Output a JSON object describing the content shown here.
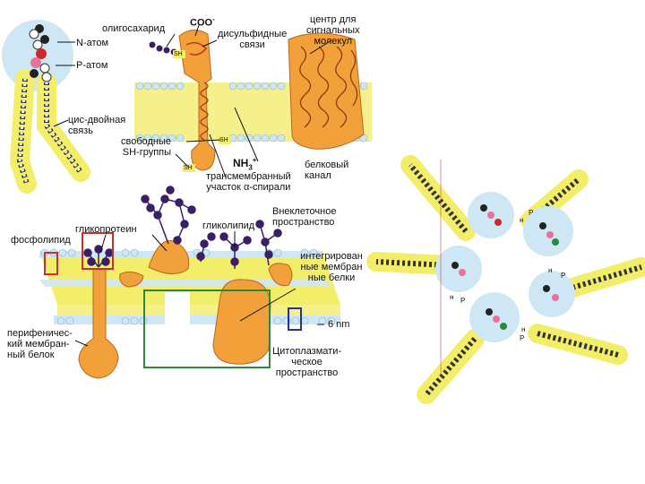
{
  "colors": {
    "lipid_head": "#cfe6f4",
    "lipid_tail": "#f3ee6a",
    "protein": "#f2a03a",
    "protein_dark": "#d9772a",
    "sugar": "#3a1f66",
    "highlight_red": "#d42a2a",
    "highlight_green": "#2a8a3a",
    "highlight_blue": "#2233aa"
  },
  "panel_lipid": {
    "labels": {
      "n_atom": "N-атом",
      "p_atom": "P-атом",
      "cis_bond": "цис-двойная\nсвязь"
    }
  },
  "panel_protein": {
    "labels": {
      "oligosaccharide": "олигосахарид",
      "coo": "COO",
      "coo_sup": "-",
      "disulfide": "дисульфидные\nсвязи",
      "signal_center": "центр для\nсигнальных\nмолекул",
      "free_sh": "свободные\nSH-группы",
      "nh3": "NH",
      "nh3_sub": "3",
      "nh3_sup": "+",
      "protein_channel": "белковый\nканал",
      "transmembrane": "трансмембранный\nучасток α-спирали",
      "sh_tag": "SH"
    }
  },
  "panel_membrane": {
    "labels": {
      "glycoprotein": "гликопротеин",
      "glycolipid": "гликолипид",
      "extracellular": "Внеклеточное\nпространство",
      "phospholipid": "фосфолипид",
      "integral": "интегрирован\nные мембран\nные белки",
      "thickness": "6 nm",
      "peripheral": "перифеничес-\nкий мембран-\nный белок",
      "cytoplasmic": "Цитоплазмати-\nческое\nпространство"
    }
  },
  "panel_micelle": {
    "labels": {
      "tags": [
        "н",
        "Р",
        "н",
        "Р",
        "н",
        "Р",
        "н",
        "Р"
      ]
    }
  }
}
